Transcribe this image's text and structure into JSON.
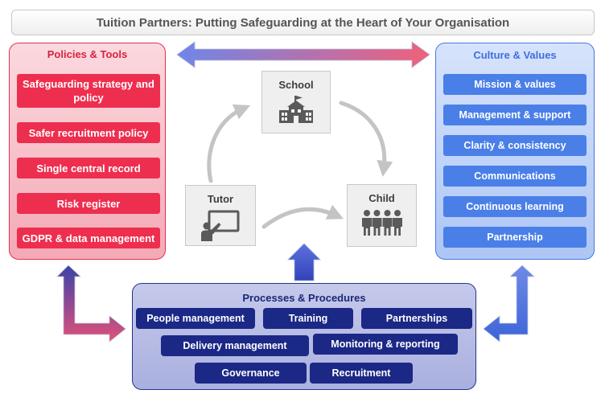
{
  "title": "Tuition Partners: Putting Safeguarding at the Heart of Your Organisation",
  "policies_tools": {
    "heading": "Policies & Tools",
    "items": [
      "Safeguarding strategy and policy",
      "Safer recruitment policy",
      "Single central record",
      "Risk register",
      "GDPR & data management"
    ]
  },
  "culture_values": {
    "heading": "Culture & Values",
    "items": [
      "Mission & values",
      "Management & support",
      "Clarity & consistency",
      "Communications",
      "Continuous learning",
      "Partnership"
    ]
  },
  "processes_procedures": {
    "heading": "Processes & Procedures",
    "items": [
      "People management",
      "Training",
      "Partnerships",
      "Delivery management",
      "Monitoring & reporting",
      "Governance",
      "Recruitment"
    ]
  },
  "nodes": {
    "school": "School",
    "tutor": "Tutor",
    "child": "Child"
  },
  "icons": {
    "school": "school-building-icon",
    "tutor": "teacher-at-board-icon",
    "child": "group-of-children-icon"
  },
  "colors": {
    "policies": "#ee2e4e",
    "culture": "#4a7fe8",
    "processes": "#1b2886"
  }
}
